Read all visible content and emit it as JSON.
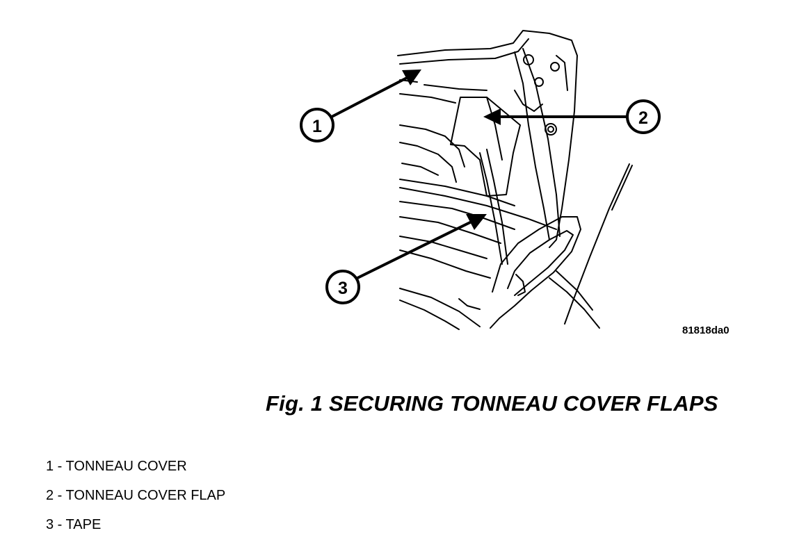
{
  "figure": {
    "code": "81818da0",
    "caption": "Fig. 1 SECURING TONNEAU COVER FLAPS"
  },
  "callouts": [
    {
      "number": "1",
      "icon": "callout-circle"
    },
    {
      "number": "2",
      "icon": "callout-circle"
    },
    {
      "number": "3",
      "icon": "callout-circle"
    }
  ],
  "legend": [
    {
      "text": "1 - TONNEAU COVER"
    },
    {
      "text": "2 - TONNEAU COVER FLAP"
    },
    {
      "text": "3 - TAPE"
    }
  ]
}
